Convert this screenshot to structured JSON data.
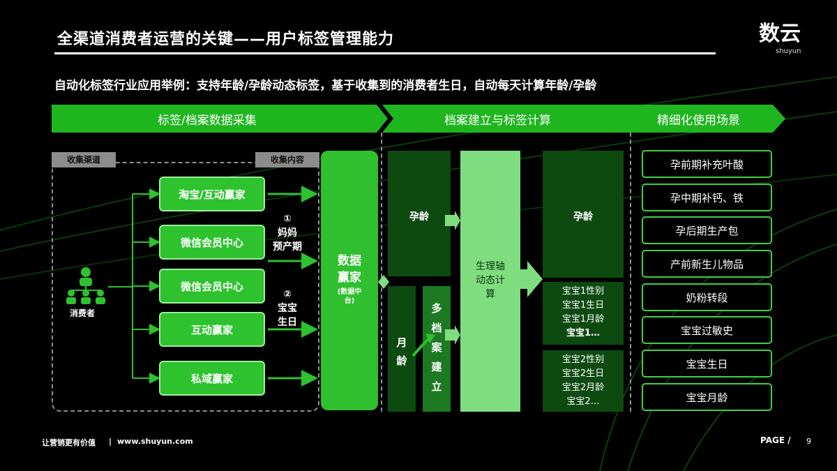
{
  "header": {
    "title": "全渠道消费者运营的关键——用户标签管理能力",
    "logo_main": "数云",
    "logo_sub": "shuyun"
  },
  "subtitle": "自动化标签行业应用举例：支持年龄/孕龄动态标签，基于收集到的消费者生日，自动每天计算年龄/孕龄",
  "phases": [
    "标签/档案数据采集",
    "档案建立与标签计算",
    "精细化使用场景"
  ],
  "collection": {
    "channel_tag": "收集渠道",
    "content_tag": "收集内容",
    "consumer_label": "消费者",
    "channels": [
      "淘宝/互动赢家",
      "微信会员中心",
      "微信会员中心",
      "互动赢家",
      "私域赢家"
    ],
    "item1": {
      "num": "①",
      "line1": "妈妈",
      "line2": "预产期"
    },
    "item2": {
      "num": "②",
      "line1": "宝宝",
      "line2": "生日"
    }
  },
  "hub": {
    "line1": "数据",
    "line2": "赢家",
    "sub1": "(数据中",
    "sub2": "台)"
  },
  "compute": {
    "pregnancy_age": "孕龄",
    "month_age": [
      "月",
      "龄"
    ],
    "multi_profile": [
      "多",
      "档",
      "案",
      "建",
      "立"
    ],
    "physio": [
      "生理轴",
      "动态计",
      "算"
    ],
    "result_pregnancy": "孕龄",
    "baby1": [
      "宝宝1性别",
      "宝宝1生日",
      "宝宝1月龄",
      "宝宝1…"
    ],
    "baby2": [
      "宝宝2性别",
      "宝宝2生日",
      "宝宝2月龄",
      "宝宝2…"
    ]
  },
  "scenes": [
    "孕前期补充叶酸",
    "孕中期补钙、铁",
    "孕后期生产包",
    "产前新生儿物品",
    "奶粉转段",
    "宝宝过敏史",
    "宝宝生日",
    "宝宝月龄"
  ],
  "footer": {
    "slogan": "让营销更有价值",
    "sep": "|",
    "site": "www.shuyun.com",
    "page_label": "PAGE /",
    "page_num": "9"
  },
  "colors": {
    "accent": "#2ec22e",
    "arrow": "#1fb51f",
    "dark_green": "#0d4a10",
    "light_green": "#7fdd80"
  }
}
